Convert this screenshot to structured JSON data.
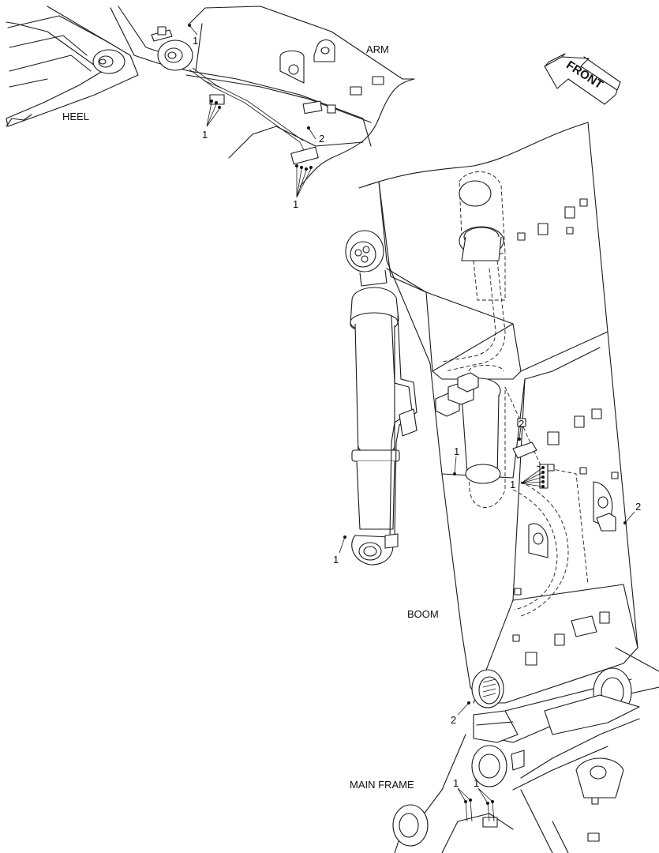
{
  "labels": {
    "arm": "ARM",
    "heel": "HEEL",
    "boom": "BOOM",
    "main_frame": "MAIN FRAME",
    "front": "FRONT"
  },
  "callouts": {
    "c1_arm_top": "1",
    "c1_arm_mid": "1",
    "c2_arm": "2",
    "c1_arm_lower": "1",
    "c2_boom_upper": "2",
    "c1_boom_left": "1",
    "c1_boom_right": "1",
    "c2_boom_right": "2",
    "c1_cylinder": "1",
    "c2_boom_foot": "2",
    "c1_frame_a": "1",
    "c1_frame_b": "1"
  }
}
